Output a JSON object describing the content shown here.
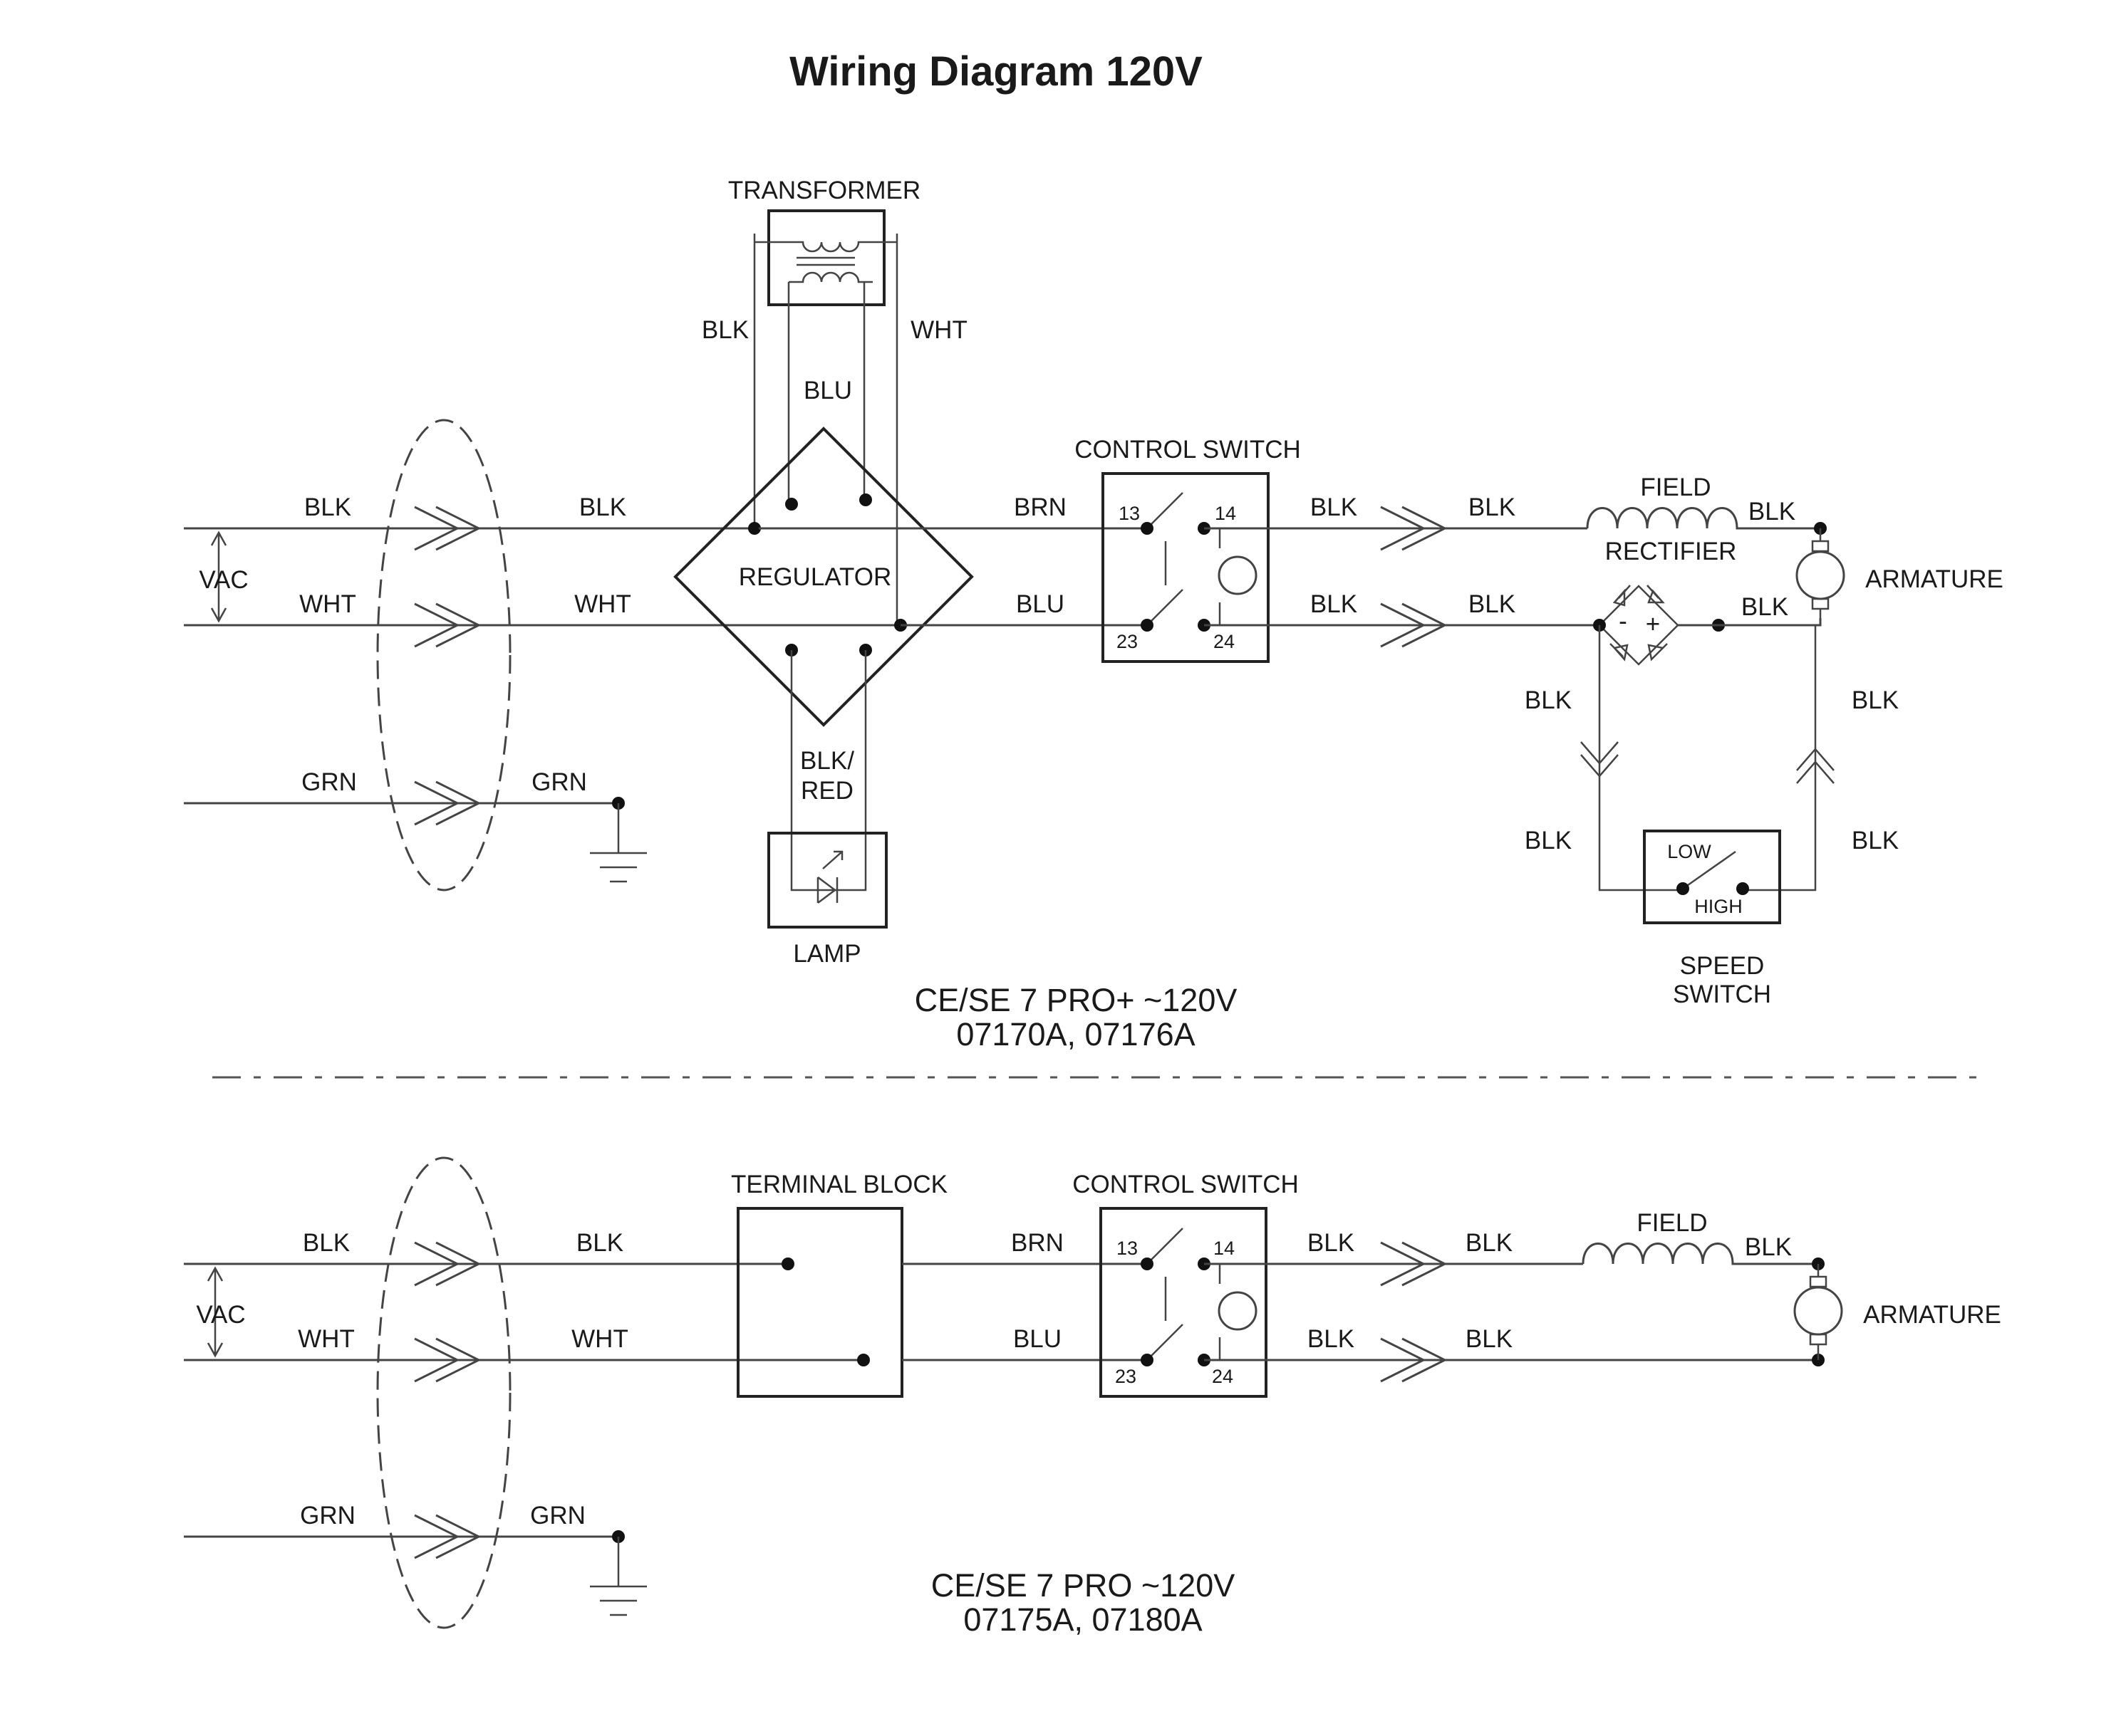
{
  "title": "Wiring Diagram 120V",
  "diagram_top": {
    "caption_line1": "CE/SE 7 PRO+ ~120V",
    "caption_line2": "07170A, 07176A",
    "components": {
      "transformer": "TRANSFORMER",
      "regulator": "REGULATOR",
      "lamp": "LAMP",
      "control_switch": "CONTROL SWITCH",
      "field": "FIELD",
      "rectifier": "RECTIFIER",
      "armature": "ARMATURE",
      "speed_switch_line1": "SPEED",
      "speed_switch_line2": "SWITCH",
      "speed_low": "LOW",
      "speed_high": "HIGH",
      "vac": "VAC",
      "rect_minus": "-",
      "rect_plus": "+"
    },
    "terminals": [
      "13",
      "14",
      "23",
      "24"
    ],
    "wires": {
      "in_blk": "BLK",
      "in_wht": "WHT",
      "in_grn": "GRN",
      "out_blk": "BLK",
      "out_wht": "WHT",
      "out_grn": "GRN",
      "xfmr_blk": "BLK",
      "xfmr_wht": "WHT",
      "xfmr_blu": "BLU",
      "reg_brn": "BRN",
      "reg_blu": "BLU",
      "lamp_blk_red_1": "BLK/",
      "lamp_blk_red_2": "RED",
      "sw_blk_1": "BLK",
      "sw_blk_2": "BLK",
      "conn_blk_1": "BLK",
      "conn_blk_2": "BLK",
      "field_blk": "BLK",
      "rect_blk": "BLK",
      "left_blk_1": "BLK",
      "left_blk_2": "BLK",
      "right_blk_1": "BLK",
      "right_blk_2": "BLK"
    }
  },
  "diagram_bottom": {
    "caption_line1": "CE/SE 7 PRO ~120V",
    "caption_line2": "07175A, 07180A",
    "components": {
      "terminal_block": "TERMINAL BLOCK",
      "control_switch": "CONTROL SWITCH",
      "field": "FIELD",
      "armature": "ARMATURE",
      "vac": "VAC"
    },
    "terminals": [
      "13",
      "14",
      "23",
      "24"
    ],
    "wires": {
      "in_blk": "BLK",
      "in_wht": "WHT",
      "in_grn": "GRN",
      "out_blk": "BLK",
      "out_wht": "WHT",
      "out_grn": "GRN",
      "tb_brn": "BRN",
      "tb_blu": "BLU",
      "sw_blk_1": "BLK",
      "sw_blk_2": "BLK",
      "conn_blk_1": "BLK",
      "conn_blk_2": "BLK",
      "field_blk": "BLK"
    }
  },
  "colors": {
    "line": "#444444",
    "text": "#1a1a1a",
    "background": "#ffffff"
  }
}
